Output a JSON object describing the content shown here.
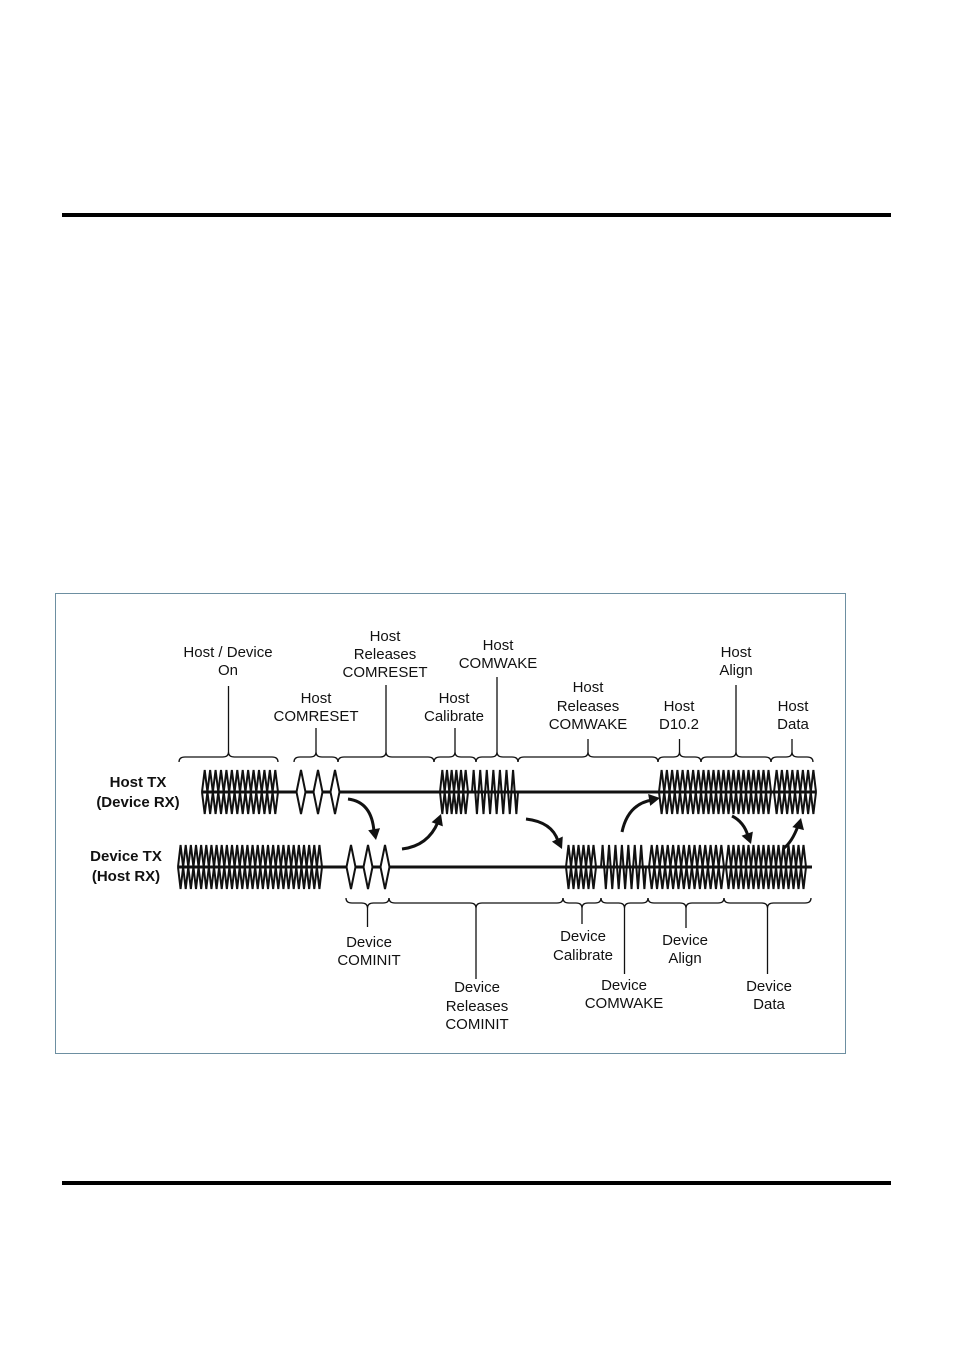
{
  "colors": {
    "ink": "#111111",
    "frame": "#6d8fa1",
    "rule": "#000000"
  },
  "rows": {
    "host": [
      "Host TX",
      "(Device RX)"
    ],
    "device": [
      "Device TX",
      "(Host RX)"
    ]
  },
  "host_labels": {
    "on": [
      "Host / Device",
      "On"
    ],
    "comreset": [
      "Host",
      "COMRESET"
    ],
    "releases_comreset": [
      "Host",
      "Releases",
      "COMRESET"
    ],
    "calibrate": [
      "Host",
      "Calibrate"
    ],
    "comwake": [
      "Host",
      "COMWAKE"
    ],
    "releases_comwake": [
      "Host",
      "Releases",
      "COMWAKE"
    ],
    "d102": [
      "Host",
      "D10.2"
    ],
    "align": [
      "Host",
      "Align"
    ],
    "data": [
      "Host",
      "Data"
    ]
  },
  "device_labels": {
    "cominit": [
      "Device",
      "COMINIT"
    ],
    "releases_cominit": [
      "Device",
      "Releases",
      "COMINIT"
    ],
    "calibrate": [
      "Device",
      "Calibrate"
    ],
    "comwake": [
      "Device",
      "COMWAKE"
    ],
    "align": [
      "Device",
      "Align"
    ],
    "data": [
      "Device",
      "Data"
    ]
  }
}
